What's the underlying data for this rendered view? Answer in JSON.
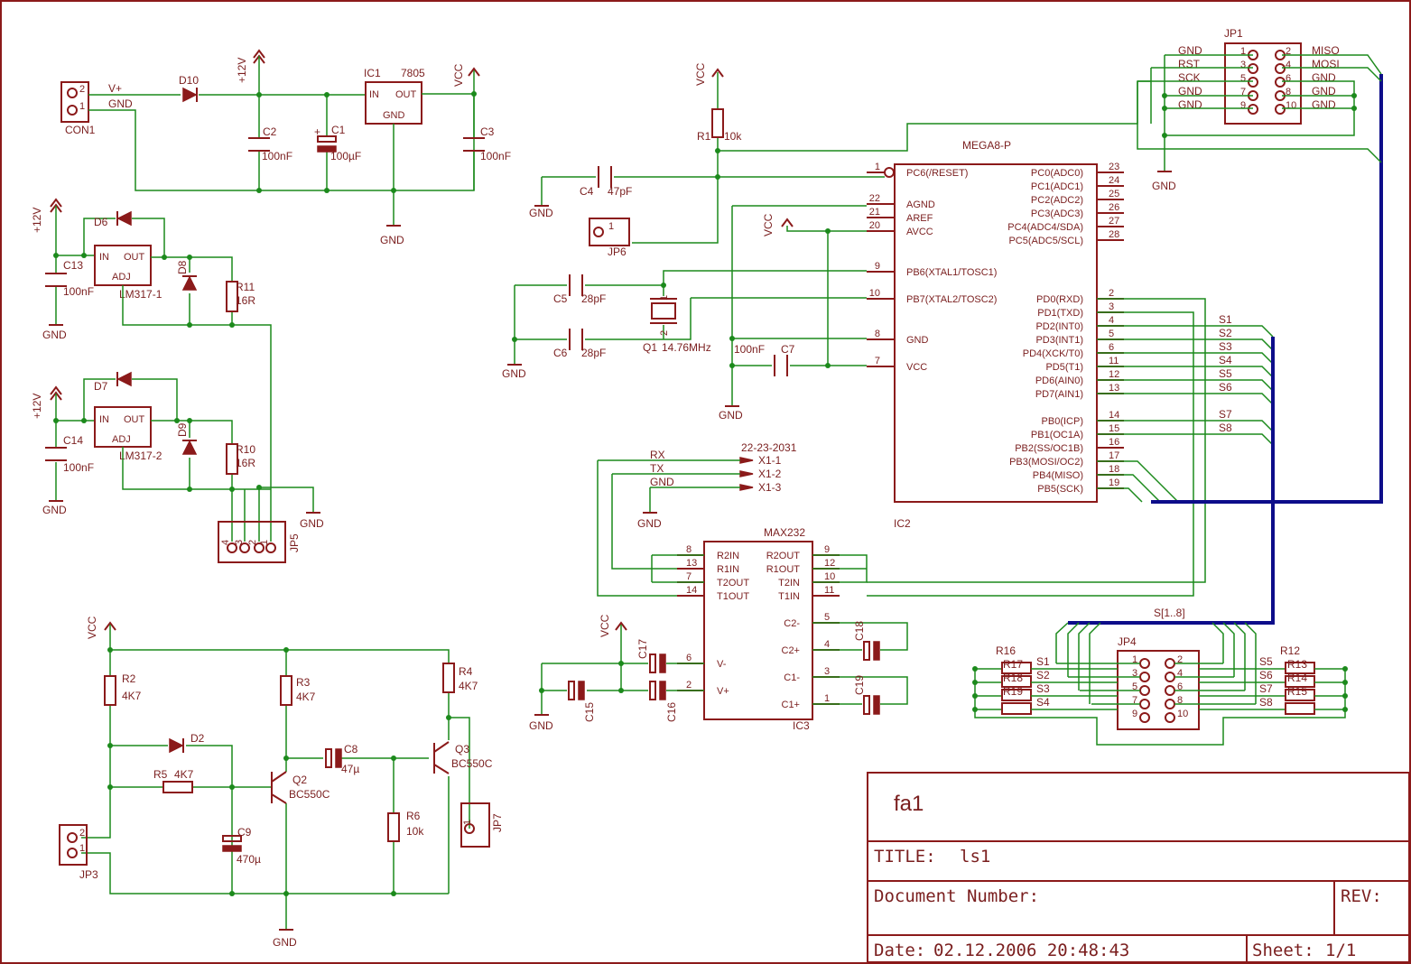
{
  "title_block": {
    "drawing_name": "fa1",
    "title_label": "TITLE:",
    "title_value": "ls1",
    "doc_number_label": "Document Number:",
    "rev_label": "REV:",
    "date_label": "Date:",
    "date_value": "02.12.2006 20:48:43",
    "sheet_label": "Sheet:",
    "sheet_value": "1/1"
  },
  "components": {
    "con1": {
      "ref": "CON1",
      "pin2": "2",
      "pin1": "1",
      "v": "V+",
      "gnd": "GND"
    },
    "d10": "D10",
    "plus12_top": "+12V",
    "ic1": {
      "ref": "IC1",
      "value": "7805",
      "in": "IN",
      "out": "OUT",
      "gnd": "GND"
    },
    "vcc_top": "VCC",
    "c2": {
      "ref": "C2",
      "value": "100nF"
    },
    "c1": {
      "ref": "C1",
      "value": "100µF"
    },
    "c3": {
      "ref": "C3",
      "value": "100nF"
    },
    "gnd_pwr": "GND",
    "lm1": {
      "ref": "LM317-1",
      "in": "IN",
      "out": "OUT",
      "adj": "ADJ"
    },
    "lm2": {
      "ref": "LM317-2",
      "in": "IN",
      "out": "OUT",
      "adj": "ADJ"
    },
    "d6": "D6",
    "d7": "D7",
    "d8": "D8",
    "d9": "D9",
    "r11": {
      "ref": "R11",
      "value": "16R"
    },
    "r10": {
      "ref": "R10",
      "value": "16R"
    },
    "c13": {
      "ref": "C13",
      "value": "100nF"
    },
    "c14": {
      "ref": "C14",
      "value": "100nF"
    },
    "plus12_a": "+12V",
    "plus12_b": "+12V",
    "gnd_c13": "GND",
    "gnd_c14": "GND",
    "jp5": {
      "ref": "JP5",
      "pins": [
        "4",
        "3",
        "2",
        "1"
      ]
    },
    "gnd_jp5": "GND",
    "vcc_r1": "VCC",
    "r1": {
      "ref": "R1",
      "value": "10k"
    },
    "c4": {
      "ref": "C4",
      "value": "47pF"
    },
    "gnd_c4": "GND",
    "jp6": {
      "ref": "JP6",
      "pin": "1"
    },
    "vcc_avcc": "VCC",
    "c5": {
      "ref": "C5",
      "value": "28pF"
    },
    "c6": {
      "ref": "C6",
      "value": "28pF"
    },
    "q1": {
      "ref": "Q1",
      "value": "14.76MHz",
      "pin1": "1",
      "pin2": "2"
    },
    "gnd_xtal": "GND",
    "c7": {
      "ref": "C7",
      "value": "100nF"
    },
    "gnd_c7": "GND",
    "ic2": {
      "part": "MEGA8-P",
      "ref": "IC2",
      "left": [
        {
          "num": "1",
          "name": "PC6(/RESET)"
        },
        {
          "num": "22",
          "name": "AGND"
        },
        {
          "num": "21",
          "name": "AREF"
        },
        {
          "num": "20",
          "name": "AVCC"
        },
        {
          "num": "9",
          "name": "PB6(XTAL1/TOSC1)"
        },
        {
          "num": "10",
          "name": "PB7(XTAL2/TOSC2)"
        },
        {
          "num": "8",
          "name": "GND"
        },
        {
          "num": "7",
          "name": "VCC"
        }
      ],
      "right": [
        {
          "num": "23",
          "name": "PC0(ADC0)"
        },
        {
          "num": "24",
          "name": "PC1(ADC1)"
        },
        {
          "num": "25",
          "name": "PC2(ADC2)"
        },
        {
          "num": "26",
          "name": "PC3(ADC3)"
        },
        {
          "num": "27",
          "name": "PC4(ADC4/SDA)"
        },
        {
          "num": "28",
          "name": "PC5(ADC5/SCL)"
        },
        {
          "num": "2",
          "name": "PD0(RXD)"
        },
        {
          "num": "3",
          "name": "PD1(TXD)"
        },
        {
          "num": "4",
          "name": "PD2(INT0)"
        },
        {
          "num": "5",
          "name": "PD3(INT1)"
        },
        {
          "num": "6",
          "name": "PD4(XCK/T0)"
        },
        {
          "num": "11",
          "name": "PD5(T1)"
        },
        {
          "num": "12",
          "name": "PD6(AIN0)"
        },
        {
          "num": "13",
          "name": "PD7(AIN1)"
        },
        {
          "num": "14",
          "name": "PB0(ICP)"
        },
        {
          "num": "15",
          "name": "PB1(OC1A)"
        },
        {
          "num": "16",
          "name": "PB2(SS/OC1B)"
        },
        {
          "num": "17",
          "name": "PB3(MOSI/OC2)"
        },
        {
          "num": "18",
          "name": "PB4(MISO)"
        },
        {
          "num": "19",
          "name": "PB5(SCK)"
        }
      ]
    },
    "s_labels": [
      "S1",
      "S2",
      "S3",
      "S4",
      "S5",
      "S6",
      "S7",
      "S8"
    ],
    "jp1": {
      "ref": "JP1",
      "left_names": [
        "GND",
        "RST",
        "SCK",
        "GND",
        "GND"
      ],
      "left_nums": [
        "1",
        "3",
        "5",
        "7",
        "9"
      ],
      "right_nums": [
        "2",
        "4",
        "6",
        "8",
        "10"
      ],
      "right_names": [
        "MISO",
        "MOSI",
        "GND",
        "GND",
        "GND"
      ]
    },
    "gnd_jp1": "GND",
    "x1": {
      "part": "22-23-2031",
      "rx": "RX",
      "tx": "TX",
      "gnd": "GND",
      "pins": [
        "X1-1",
        "X1-2",
        "X1-3"
      ]
    },
    "gnd_x1": "GND",
    "max232": {
      "part": "MAX232",
      "ref": "IC3",
      "left": [
        {
          "num": "8",
          "name": "R2IN"
        },
        {
          "num": "13",
          "name": "R1IN"
        },
        {
          "num": "7",
          "name": "T2OUT"
        },
        {
          "num": "14",
          "name": "T1OUT"
        },
        {
          "num": "6",
          "name": "V-"
        },
        {
          "num": "2",
          "name": "V+"
        }
      ],
      "right": [
        {
          "num": "9",
          "name": "R2OUT"
        },
        {
          "num": "12",
          "name": "R1OUT"
        },
        {
          "num": "10",
          "name": "T2IN"
        },
        {
          "num": "11",
          "name": "T1IN"
        },
        {
          "num": "5",
          "name": "C2-"
        },
        {
          "num": "4",
          "name": "C2+"
        },
        {
          "num": "3",
          "name": "C1-"
        },
        {
          "num": "1",
          "name": "C1+"
        }
      ]
    },
    "vcc_max": "VCC",
    "gnd_max": "GND",
    "c15": "C15",
    "c16": "C16",
    "c17": "C17",
    "c18": "C18",
    "c19": "C19",
    "bus_label": "S[1..8]",
    "jp4": {
      "ref": "JP4",
      "left": [
        "1",
        "3",
        "5",
        "7",
        "9"
      ],
      "right": [
        "2",
        "4",
        "6",
        "8",
        "10"
      ]
    },
    "r_left": [
      "R16",
      "R17",
      "R18",
      "R19"
    ],
    "r_right": [
      "R12",
      "R13",
      "R14",
      "R15"
    ],
    "vcc_amp": "VCC",
    "r2": {
      "ref": "R2",
      "value": "4K7"
    },
    "r3": {
      "ref": "R3",
      "value": "4K7"
    },
    "r4": {
      "ref": "R4",
      "value": "4K7"
    },
    "r5": {
      "ref": "R5",
      "value": "4K7"
    },
    "r6": {
      "ref": "R6",
      "value": "10k"
    },
    "d2": "D2",
    "q2": {
      "ref": "Q2",
      "value": "BC550C"
    },
    "q3": {
      "ref": "Q3",
      "value": "BC550C"
    },
    "c8": {
      "ref": "C8",
      "value": "47µ"
    },
    "c9": {
      "ref": "C9",
      "value": "470µ"
    },
    "jp3": {
      "ref": "JP3",
      "pin2": "2",
      "pin1": "1"
    },
    "jp7": {
      "ref": "JP7",
      "pin": "1"
    },
    "gnd_amp": "GND"
  }
}
